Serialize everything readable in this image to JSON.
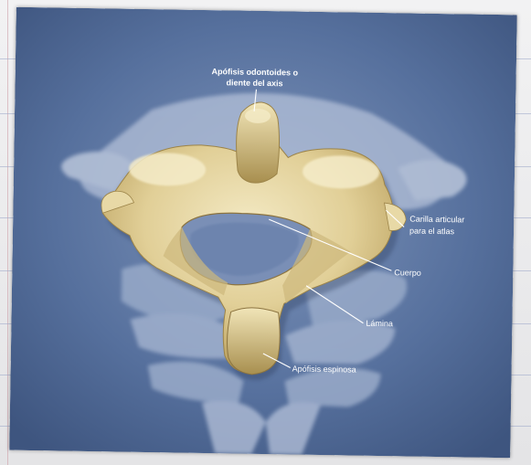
{
  "labels": {
    "apex_line1": "Apófisis odontoides o",
    "apex_line2": "diente del axis",
    "facet_line1": "Carilla articular",
    "facet_line2": "para el atlas",
    "body": "Cuerpo",
    "lamina": "Lámina",
    "spinous": "Apófisis espinosa"
  },
  "colors": {
    "background_blue": "#4f6b9a",
    "bone": "#e3d5a3",
    "ghost_vertebra": "#aebbd3",
    "label_text": "#ffffff",
    "notebook_rule": "#9aa6c8"
  }
}
